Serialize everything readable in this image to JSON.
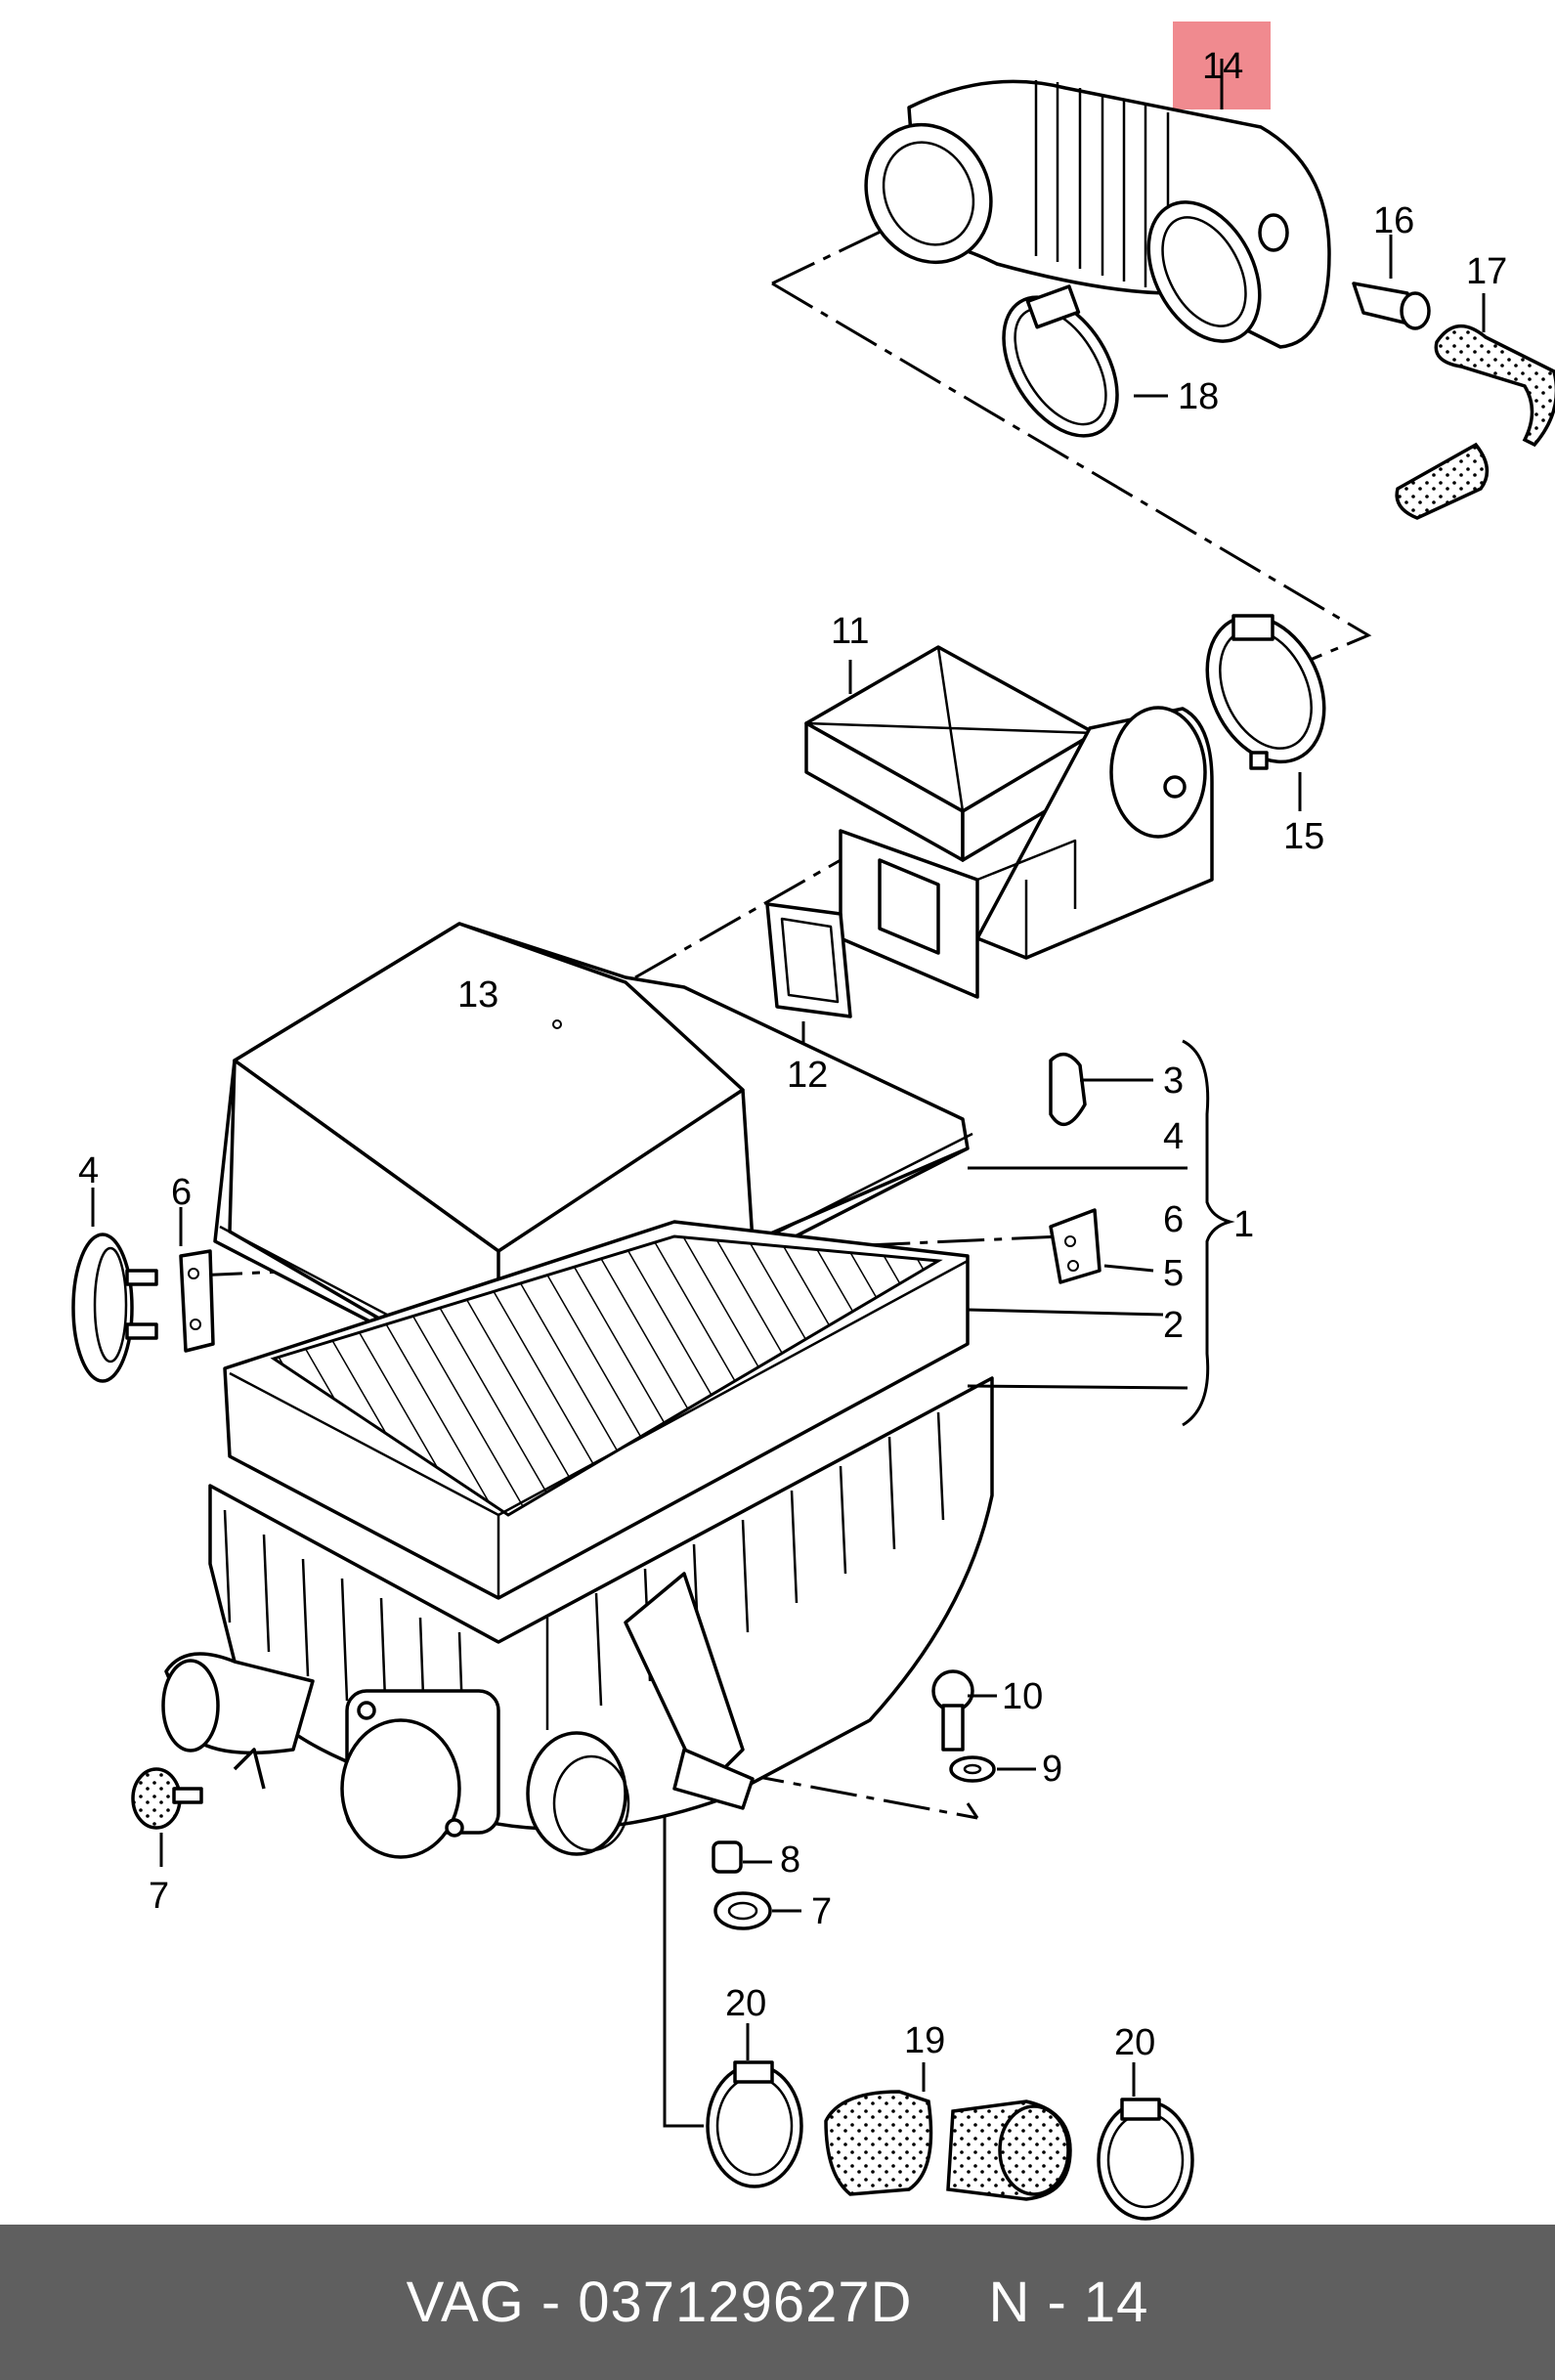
{
  "highlight_color": "#f08a8f",
  "footer": {
    "part_number": "VAG - 037129627D",
    "position": "N - 14"
  },
  "callouts": {
    "c1": "1",
    "c2": "2",
    "c3": "3",
    "c4a": "4",
    "c4b": "4",
    "c5": "5",
    "c6a": "6",
    "c6b": "6",
    "c7a": "7",
    "c7b": "7",
    "c8": "8",
    "c9": "9",
    "c10": "10",
    "c11": "11",
    "c12": "12",
    "c13": "13",
    "c14": "14",
    "c15": "15",
    "c16": "16",
    "c17": "17",
    "c18": "18",
    "c19": "19",
    "c20a": "20",
    "c20b": "20"
  },
  "icons": [
    "air-intake-hose",
    "hose-clamp",
    "air-mass-meter",
    "air-filter-housing",
    "filter-element",
    "gasket",
    "bracket",
    "bolt",
    "grommet"
  ]
}
